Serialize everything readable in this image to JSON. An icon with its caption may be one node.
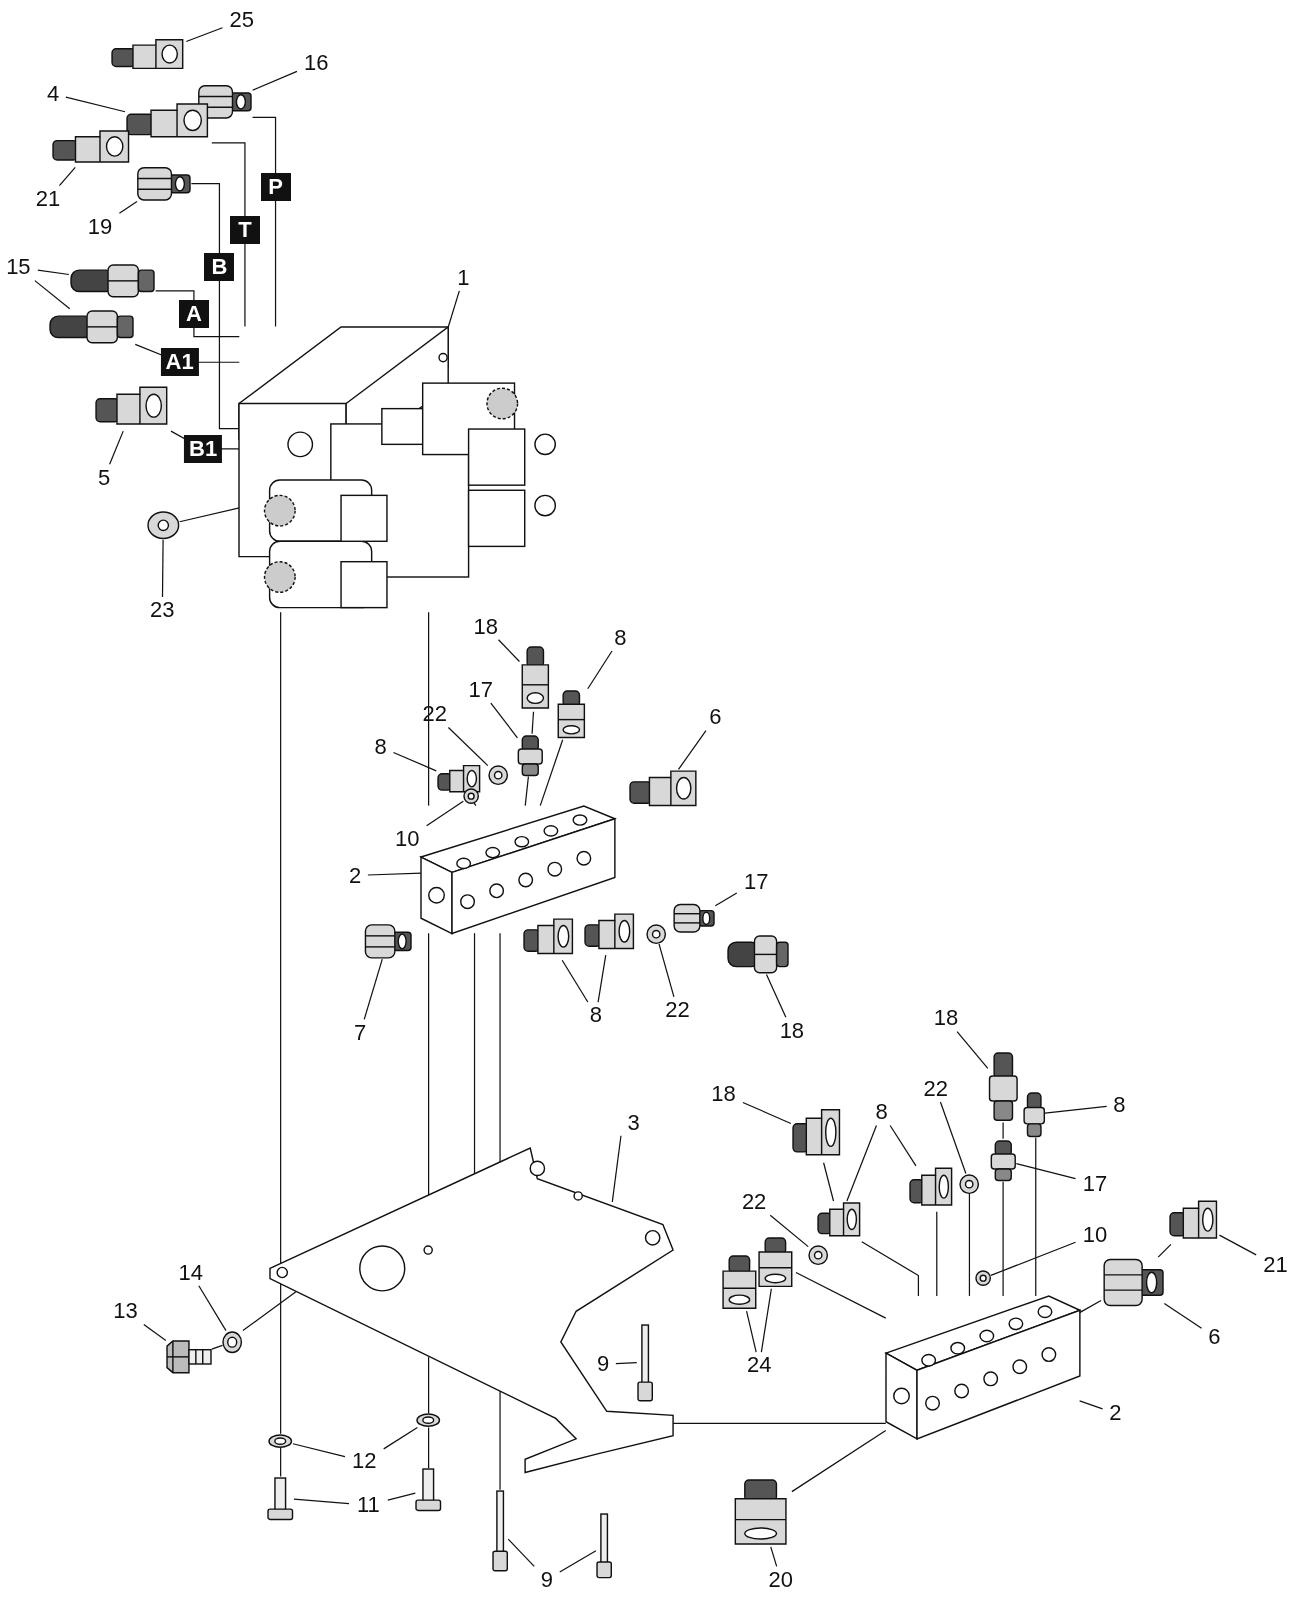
{
  "diagram": {
    "nodes": [
      {
        "text": [
          "25"
        ]
      },
      {
        "text": [
          "16"
        ]
      },
      {
        "text": [
          "4"
        ]
      },
      {
        "text": [
          "21"
        ]
      },
      {
        "text": [
          "19"
        ]
      },
      {
        "text": [
          "15"
        ]
      },
      {
        "text": [
          "1"
        ]
      },
      {
        "text": [
          "5"
        ]
      },
      {
        "text": [
          "23"
        ]
      },
      {
        "text": [
          "18"
        ]
      },
      {
        "text": [
          "8"
        ]
      },
      {
        "text": [
          "17"
        ]
      },
      {
        "text": [
          "22"
        ]
      },
      {
        "text": [
          "8"
        ]
      },
      {
        "text": [
          "6"
        ]
      },
      {
        "text": [
          "10"
        ]
      },
      {
        "text": [
          "2"
        ]
      },
      {
        "text": [
          "17"
        ]
      },
      {
        "text": [
          "7"
        ]
      },
      {
        "text": [
          "8"
        ]
      },
      {
        "text": [
          "22"
        ]
      },
      {
        "text": [
          "18"
        ]
      },
      {
        "text": [
          "18"
        ]
      },
      {
        "text": [
          "18"
        ]
      },
      {
        "text": [
          "3"
        ]
      },
      {
        "text": [
          "8"
        ]
      },
      {
        "text": [
          "22"
        ]
      },
      {
        "text": [
          "8"
        ]
      },
      {
        "text": [
          "17"
        ]
      },
      {
        "text": [
          "22"
        ]
      },
      {
        "text": [
          "10"
        ]
      },
      {
        "text": [
          "21"
        ]
      },
      {
        "text": [
          "14"
        ]
      },
      {
        "text": [
          "13"
        ]
      },
      {
        "text": [
          "6"
        ]
      },
      {
        "text": [
          "9"
        ]
      },
      {
        "text": [
          "24"
        ]
      },
      {
        "text": [
          "2"
        ]
      },
      {
        "text": [
          "12"
        ]
      },
      {
        "text": [
          "11"
        ]
      },
      {
        "text": [
          "9"
        ]
      },
      {
        "text": [
          "20"
        ]
      },
      {
        "text": [],
        "shape": "picture"
      },
      {
        "text": [],
        "shape": "picture"
      },
      {
        "text": [],
        "shape": "picture"
      },
      {
        "text": [],
        "shape": "picture"
      },
      {
        "text": [],
        "shape": "picture"
      },
      {
        "text": [],
        "shape": "picture"
      },
      {
        "text": [],
        "shape": "picture"
      },
      {
        "text": [],
        "shape": "picture"
      },
      {
        "text": [],
        "shape": "picture"
      },
      {
        "text": [],
        "shape": "picture"
      },
      {
        "text": [],
        "shape": "picture"
      },
      {
        "text": [],
        "shape": "picture"
      },
      {
        "text": [],
        "shape": "picture"
      },
      {
        "text": [],
        "shape": "picture"
      },
      {
        "text": [],
        "shape": "picture"
      },
      {
        "text": [],
        "shape": "picture"
      },
      {
        "text": [],
        "shape": "picture"
      },
      {
        "text": [],
        "shape": "picture"
      },
      {
        "text": [],
        "shape": "picture"
      },
      {
        "text": [],
        "shape": "picture"
      },
      {
        "text": [],
        "shape": "picture"
      },
      {
        "text": [],
        "shape": "picture"
      },
      {
        "text": [],
        "shape": "picture"
      },
      {
        "text": [],
        "shape": "picture"
      },
      {
        "text": [],
        "shape": "picture"
      },
      {
        "text": [],
        "shape": "picture"
      },
      {
        "text": [],
        "shape": "picture"
      },
      {
        "text": [],
        "shape": "picture"
      },
      {
        "text": [],
        "shape": "picture"
      },
      {
        "text": [],
        "shape": "picture"
      },
      {
        "text": [],
        "shape": "picture"
      },
      {
        "text": [],
        "shape": "picture"
      },
      {
        "text": [],
        "shape": "picture"
      },
      {
        "text": [],
        "shape": "picture"
      },
      {
        "text": [],
        "shape": "picture"
      },
      {
        "text": [],
        "shape": "picture"
      },
      {
        "text": [],
        "shape": "picture"
      },
      {
        "text": [],
        "shape": "picture"
      },
      {
        "text": [],
        "shape": "picture"
      },
      {
        "text": [],
        "shape": "picture"
      },
      {
        "text": [],
        "shape": "picture"
      },
      {
        "text": [],
        "shape": "picture"
      },
      {
        "text": [],
        "shape": "picture"
      },
      {
        "text": [],
        "shape": "picture"
      },
      {
        "text": [],
        "shape": "picture"
      },
      {
        "text": [],
        "shape": "picture"
      },
      {
        "text": [],
        "shape": "picture"
      },
      {
        "text": [],
        "shape": "picture"
      },
      {
        "text": [],
        "shape": "picture"
      }
    ],
    "edges": [
      {
        "from": 0,
        "to": 42,
        "arrow": "none"
      },
      {
        "from": 1,
        "to": 43,
        "arrow": "none"
      },
      {
        "from": 2,
        "to": 44,
        "arrow": "none"
      },
      {
        "from": 3,
        "to": 45,
        "arrow": "none"
      },
      {
        "from": 4,
        "to": 46,
        "arrow": "none"
      },
      {
        "from": 5,
        "to": 47,
        "arrow": "none"
      },
      {
        "from": 5,
        "to": 48,
        "arrow": "none"
      },
      {
        "from": 6,
        "to": 51,
        "arrow": "none"
      },
      {
        "from": 7,
        "to": 49,
        "arrow": "none"
      },
      {
        "from": 8,
        "to": 50,
        "arrow": "none"
      },
      {
        "from": 9,
        "to": 52,
        "arrow": "none"
      },
      {
        "from": 10,
        "to": 53,
        "arrow": "none"
      },
      {
        "from": 11,
        "to": 54,
        "arrow": "none"
      },
      {
        "from": 12,
        "to": 55,
        "arrow": "none"
      },
      {
        "from": 13,
        "to": 56,
        "arrow": "none"
      },
      {
        "from": 14,
        "to": 57,
        "arrow": "none"
      },
      {
        "from": 15,
        "to": 58,
        "arrow": "none"
      },
      {
        "from": 16,
        "to": 59,
        "arrow": "none"
      },
      {
        "from": 17,
        "to": 64,
        "arrow": "none"
      },
      {
        "from": 18,
        "to": 60,
        "arrow": "none"
      },
      {
        "from": 19,
        "to": 61,
        "arrow": "none"
      },
      {
        "from": 19,
        "to": 62,
        "arrow": "none"
      },
      {
        "from": 20,
        "to": 63,
        "arrow": "none"
      },
      {
        "from": 21,
        "to": 65,
        "arrow": "none"
      },
      {
        "from": 22,
        "to": 83,
        "arrow": "none"
      },
      {
        "from": 23,
        "to": 76,
        "arrow": "none"
      },
      {
        "from": 24,
        "to": 66,
        "arrow": "none"
      },
      {
        "from": 25,
        "to": 77,
        "arrow": "none"
      },
      {
        "from": 25,
        "to": 81,
        "arrow": "none"
      },
      {
        "from": 26,
        "to": 82,
        "arrow": "none"
      },
      {
        "from": 27,
        "to": 84,
        "arrow": "none"
      },
      {
        "from": 28,
        "to": 85,
        "arrow": "none"
      },
      {
        "from": 29,
        "to": 78,
        "arrow": "none"
      },
      {
        "from": 30,
        "to": 86,
        "arrow": "none"
      },
      {
        "from": 31,
        "to": 89,
        "arrow": "none"
      },
      {
        "from": 32,
        "to": 68,
        "arrow": "none"
      },
      {
        "from": 33,
        "to": 67,
        "arrow": "none"
      },
      {
        "from": 34,
        "to": 88,
        "arrow": "none"
      },
      {
        "from": 35,
        "to": 73,
        "arrow": "none"
      },
      {
        "from": 36,
        "to": 79,
        "arrow": "none"
      },
      {
        "from": 36,
        "to": 80,
        "arrow": "none"
      },
      {
        "from": 37,
        "to": 87,
        "arrow": "none"
      },
      {
        "from": 38,
        "to": 69,
        "arrow": "none"
      },
      {
        "from": 38,
        "to": 70,
        "arrow": "none"
      },
      {
        "from": 39,
        "to": 71,
        "arrow": "none"
      },
      {
        "from": 39,
        "to": 72,
        "arrow": "none"
      },
      {
        "from": 40,
        "to": 74,
        "arrow": "none"
      },
      {
        "from": 40,
        "to": 75,
        "arrow": "none"
      },
      {
        "from": 41,
        "to": 90,
        "arrow": "none"
      },
      {
        "from": 43,
        "to": 51,
        "arrow": "none",
        "label": "P"
      },
      {
        "from": 44,
        "to": 51,
        "arrow": "none",
        "label": "T"
      },
      {
        "from": 46,
        "to": 51,
        "arrow": "none",
        "label": "B"
      },
      {
        "from": 47,
        "to": 51,
        "arrow": "none",
        "label": "A"
      },
      {
        "from": 48,
        "to": 51,
        "arrow": "none",
        "label": "A1"
      },
      {
        "from": 49,
        "to": 51,
        "arrow": "none",
        "label": "B1"
      },
      {
        "from": 50,
        "to": 51,
        "arrow": "none"
      },
      {
        "from": 51,
        "to": 69,
        "arrow": "none"
      },
      {
        "from": 69,
        "to": 71,
        "arrow": "none"
      },
      {
        "from": 51,
        "to": 59,
        "arrow": "none"
      },
      {
        "from": 59,
        "to": 66,
        "arrow": "none"
      },
      {
        "from": 66,
        "to": 70,
        "arrow": "none"
      },
      {
        "from": 70,
        "to": 72,
        "arrow": "none"
      },
      {
        "from": 52,
        "to": 54,
        "arrow": "none"
      },
      {
        "from": 54,
        "to": 59,
        "arrow": "none"
      },
      {
        "from": 53,
        "to": 59,
        "arrow": "none"
      },
      {
        "from": 56,
        "to": 59,
        "arrow": "none"
      },
      {
        "from": 59,
        "to": 66,
        "arrow": "none"
      },
      {
        "from": 66,
        "to": 74,
        "arrow": "none"
      },
      {
        "from": 59,
        "to": 66,
        "arrow": "none"
      },
      {
        "from": 76,
        "to": 77,
        "arrow": "none"
      },
      {
        "from": 77,
        "to": 87,
        "arrow": "none"
      },
      {
        "from": 80,
        "to": 87,
        "arrow": "none"
      },
      {
        "from": 81,
        "to": 87,
        "arrow": "none"
      },
      {
        "from": 82,
        "to": 87,
        "arrow": "none"
      },
      {
        "from": 83,
        "to": 85,
        "arrow": "none"
      },
      {
        "from": 85,
        "to": 87,
        "arrow": "none"
      },
      {
        "from": 84,
        "to": 87,
        "arrow": "none"
      },
      {
        "from": 89,
        "to": 88,
        "arrow": "none"
      },
      {
        "from": 88,
        "to": 87,
        "arrow": "none"
      },
      {
        "from": 90,
        "to": 87,
        "arrow": "none"
      },
      {
        "from": 87,
        "to": 66,
        "arrow": "none"
      },
      {
        "from": 68,
        "to": 66,
        "arrow": "none"
      },
      {
        "from": 67,
        "to": 68,
        "arrow": "none"
      }
    ]
  }
}
